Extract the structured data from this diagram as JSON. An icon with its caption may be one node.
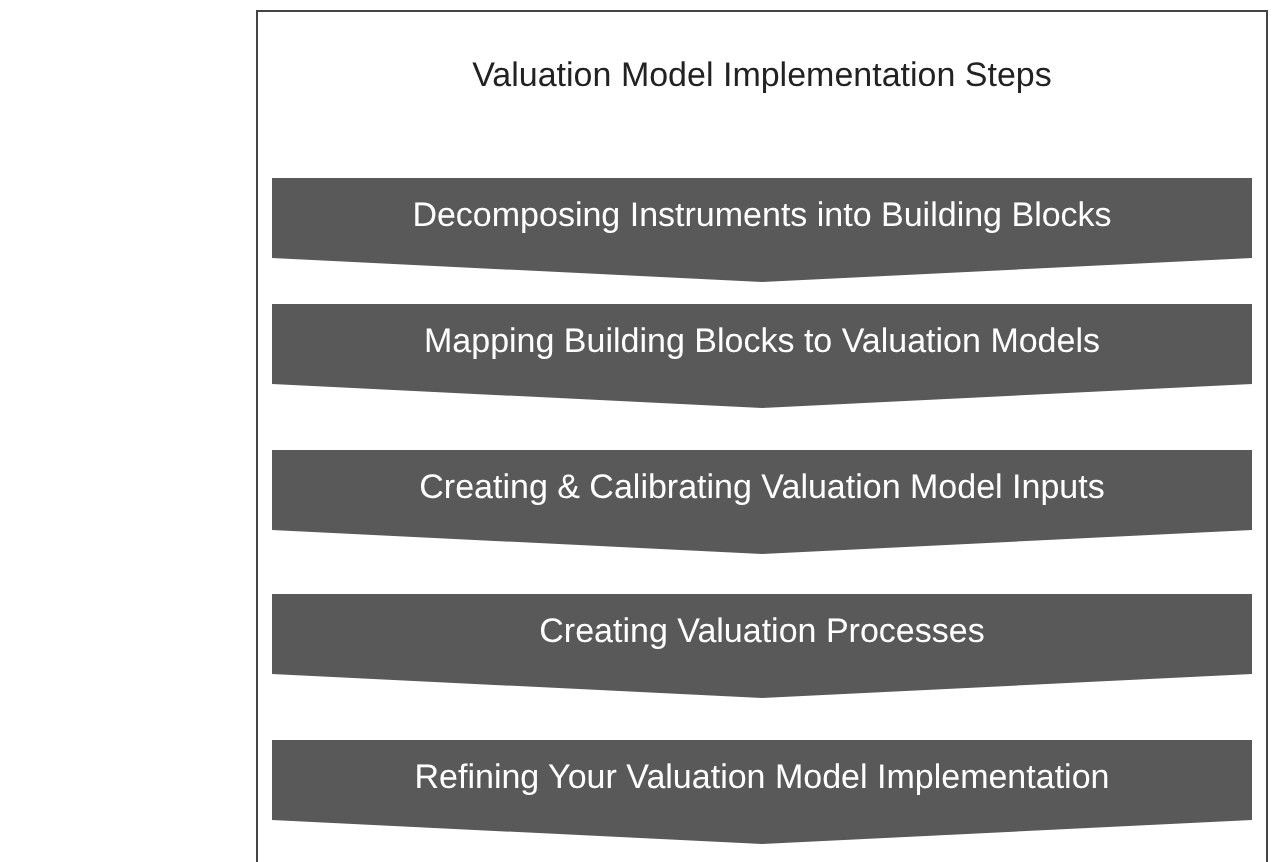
{
  "diagram": {
    "nodes": [
      {
        "text": [
          "Valuation Model Implementation Steps"
        ]
      },
      {
        "text": [
          "Decomposing Instruments into Building Blocks"
        ],
        "in": 0
      },
      {
        "text": [
          "Mapping Building Blocks to Valuation Models"
        ],
        "in": 0
      },
      {
        "text": [
          "Creating & Calibrating Valuation Model Inputs"
        ],
        "in": 0
      },
      {
        "text": [
          "Creating Valuation Processes"
        ],
        "in": 0
      },
      {
        "text": [
          "Refining Your Valuation Model Implementation"
        ],
        "in": 0
      }
    ],
    "edges": []
  }
}
